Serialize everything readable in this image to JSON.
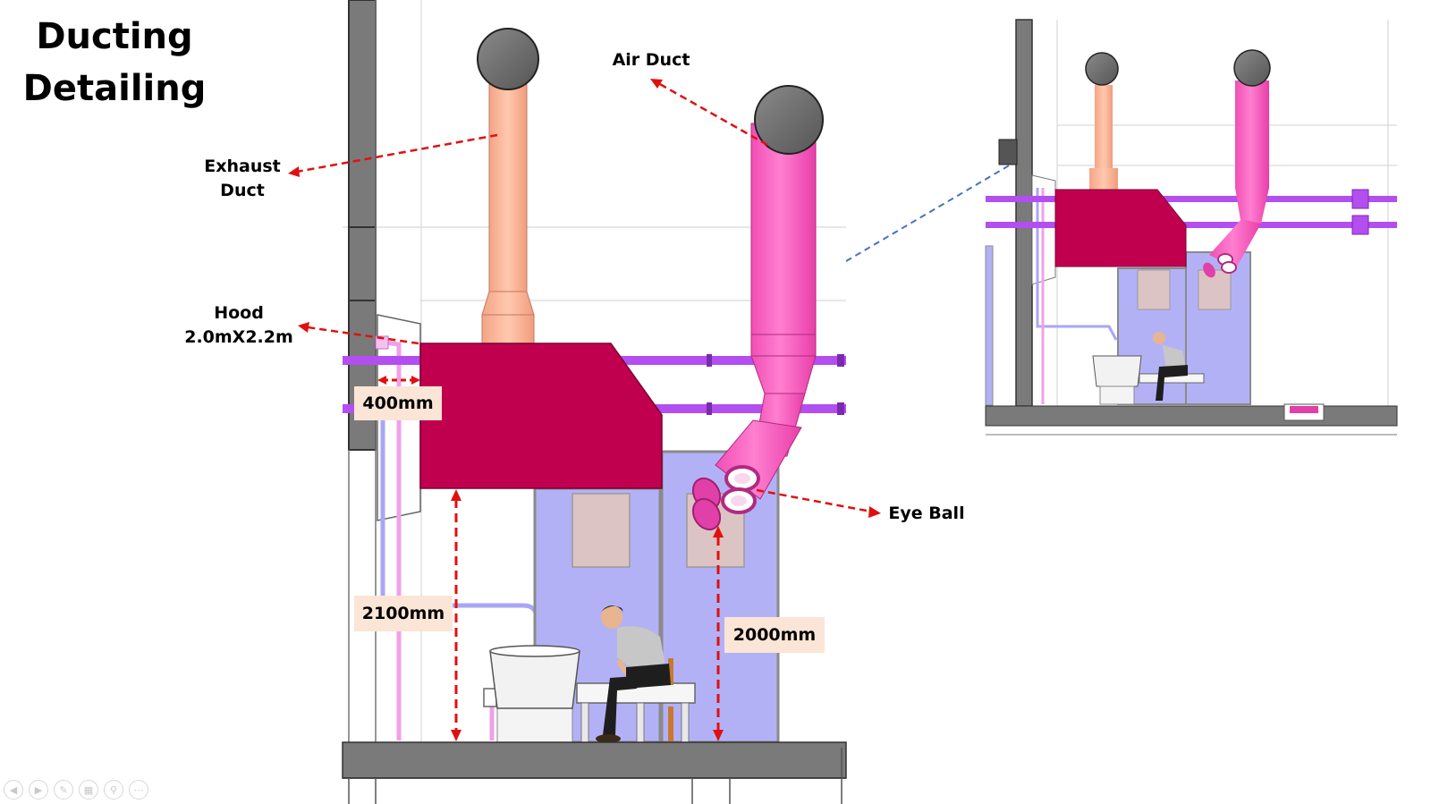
{
  "title": "Ducting Detailing",
  "labels": {
    "air_duct": "Air Duct",
    "exhaust_duct": "Exhaust Duct",
    "hood": "Hood 2.0mX2.2m",
    "eye_ball": "Eye Ball"
  },
  "dimensions": {
    "hood_offset": "400mm",
    "hood_clearance": "2100mm",
    "eyeball_height": "2000mm"
  },
  "colors": {
    "exhaust_duct": "#f7b294",
    "air_duct": "#ff66c4",
    "hood": "#c0004f",
    "horizontal_pipe": "#b34ef0",
    "duct_cap": "#6e6e6e",
    "wall": "#7a7a7a",
    "booth_panel": "#b3b1f6",
    "arrow": "#e01010",
    "callout_leader": "#4472c4",
    "dimension_fill": "#fbe5d6"
  },
  "slideshow_controls": [
    "prev-icon",
    "next-icon",
    "pen-icon",
    "slides-icon",
    "zoom-icon",
    "more-icon"
  ]
}
